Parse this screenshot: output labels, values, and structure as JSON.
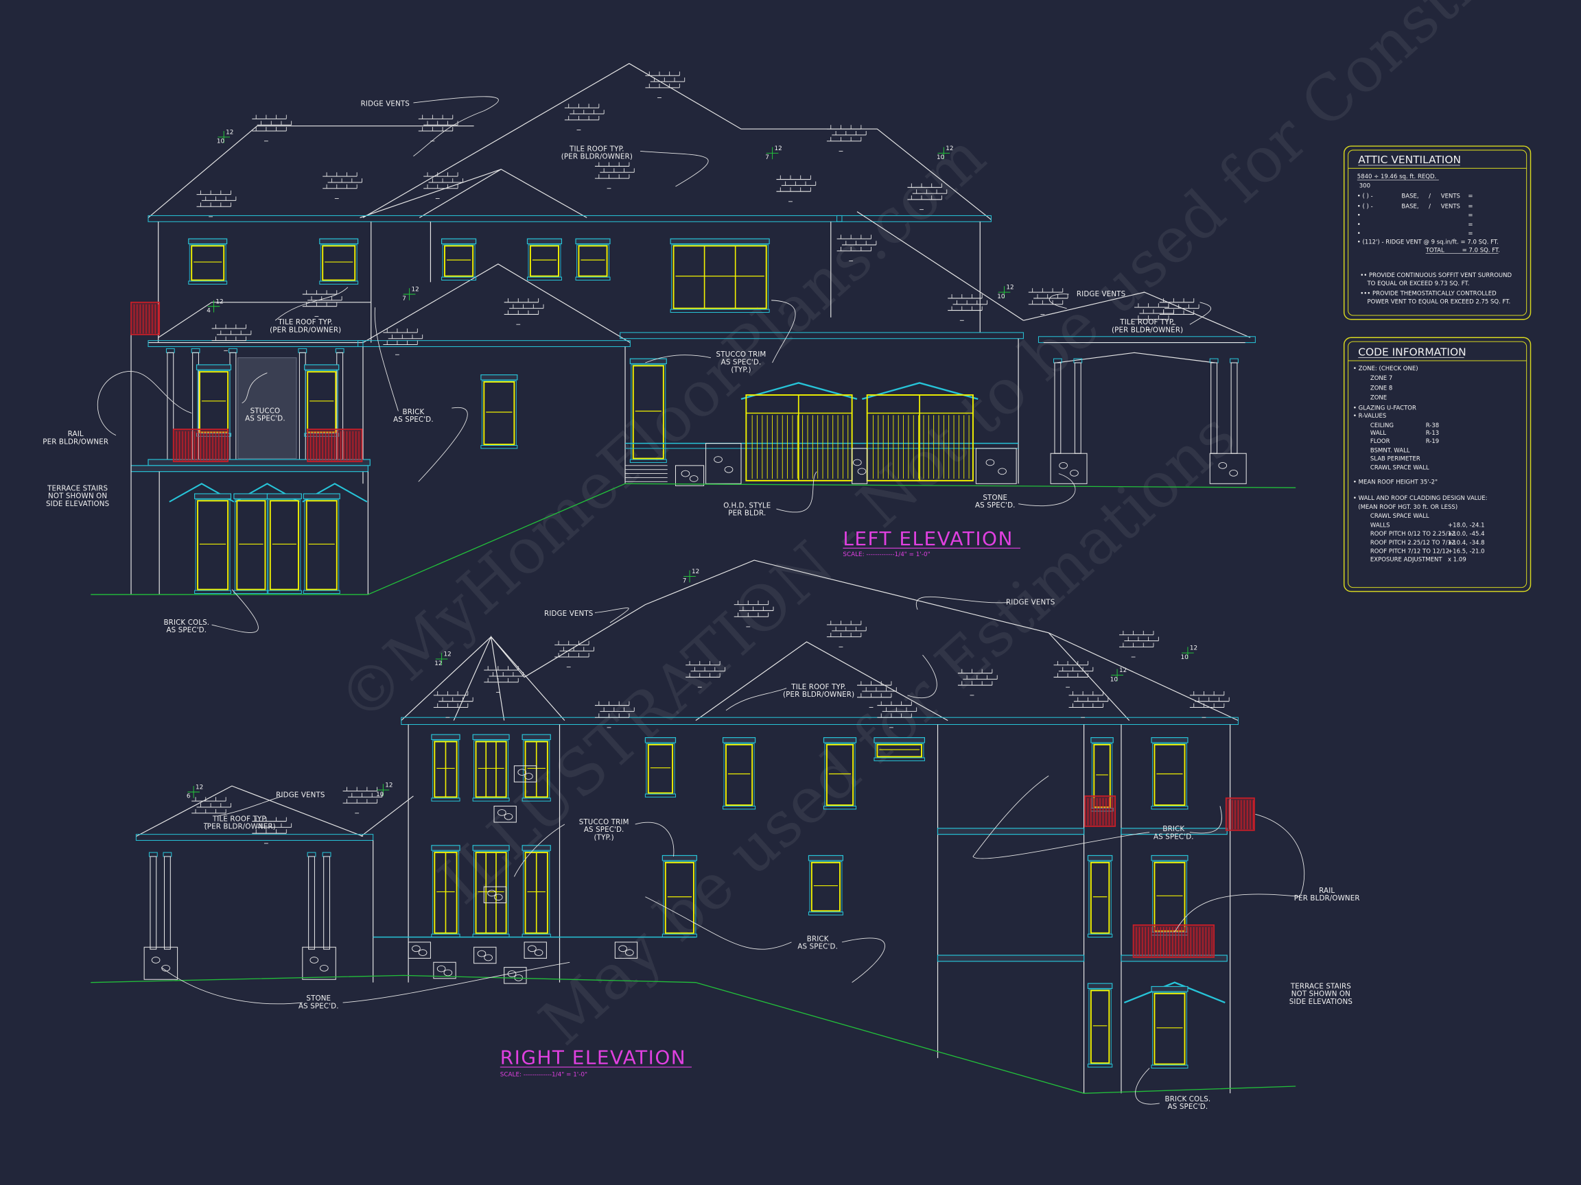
{
  "colors": {
    "background": "#22263a",
    "wall_lines": "#e8e8e8",
    "trim": "#27c4d8",
    "windows": "#f2f200",
    "rails": "#c81e28",
    "grade_line": "#22c03a",
    "titles": "#e040e0",
    "panel_frame": "#d8d820"
  },
  "left_elevation": {
    "title": "LEFT ELEVATION",
    "scale": "SCALE: -------------1/4\" = 1'-0\"",
    "notes": [
      {
        "id": "ridge1",
        "lines": [
          "RIDGE VENTS"
        ]
      },
      {
        "id": "tile1",
        "lines": [
          "TILE ROOF TYP.",
          "(PER BLDR/OWNER)"
        ]
      },
      {
        "id": "tile2",
        "lines": [
          "TILE ROOF TYP.",
          "(PER BLDR/OWNER)"
        ]
      },
      {
        "id": "stucco",
        "lines": [
          "STUCCO",
          "AS SPEC'D."
        ]
      },
      {
        "id": "brick",
        "lines": [
          "BRICK",
          "AS SPEC'D."
        ]
      },
      {
        "id": "trim",
        "lines": [
          "STUCCO TRIM",
          "AS SPEC'D.",
          "(TYP.)"
        ]
      },
      {
        "id": "ridge2",
        "lines": [
          "RIDGE VENTS"
        ]
      },
      {
        "id": "tile3",
        "lines": [
          "TILE ROOF TYP.",
          "(PER BLDR/OWNER)"
        ]
      },
      {
        "id": "rail",
        "lines": [
          "RAIL",
          "PER BLDR/OWNER"
        ]
      },
      {
        "id": "terrace",
        "lines": [
          "TERRACE STAIRS",
          "NOT SHOWN ON",
          "SIDE ELEVATIONS"
        ]
      },
      {
        "id": "ohd",
        "lines": [
          "O.H.D. STYLE",
          "PER BLDR."
        ]
      },
      {
        "id": "stone",
        "lines": [
          "STONE",
          "AS SPEC'D."
        ]
      },
      {
        "id": "cols",
        "lines": [
          "BRICK COLS.",
          "AS SPEC'D."
        ]
      }
    ],
    "pitch_marks": [
      {
        "rise": "12",
        "run": "10"
      },
      {
        "rise": "12",
        "run": "7"
      },
      {
        "rise": "12",
        "run": "10"
      },
      {
        "rise": "12",
        "run": "4"
      },
      {
        "rise": "12",
        "run": "7"
      },
      {
        "rise": "12",
        "run": "10"
      }
    ]
  },
  "right_elevation": {
    "title": "RIGHT ELEVATION",
    "scale": "SCALE: -------------1/4\" = 1'-0\"",
    "notes": [
      {
        "id": "ridge1",
        "lines": [
          "RIDGE VENTS"
        ]
      },
      {
        "id": "ridge2",
        "lines": [
          "RIDGE VENTS"
        ]
      },
      {
        "id": "tile1",
        "lines": [
          "TILE ROOF TYP.",
          "(PER BLDR/OWNER)"
        ]
      },
      {
        "id": "ridge3",
        "lines": [
          "RIDGE VENTS"
        ]
      },
      {
        "id": "tile2",
        "lines": [
          "TILE ROOF TYP.",
          "(PER BLDR/OWNER)"
        ]
      },
      {
        "id": "trim",
        "lines": [
          "STUCCO TRIM",
          "AS SPEC'D.",
          "(TYP.)"
        ]
      },
      {
        "id": "brick1",
        "lines": [
          "BRICK",
          "AS SPEC'D."
        ]
      },
      {
        "id": "rail",
        "lines": [
          "RAIL",
          "PER BLDR/OWNER"
        ]
      },
      {
        "id": "brick2",
        "lines": [
          "BRICK",
          "AS SPEC'D."
        ]
      },
      {
        "id": "stone",
        "lines": [
          "STONE",
          "AS SPEC'D."
        ]
      },
      {
        "id": "terrace",
        "lines": [
          "TERRACE STAIRS",
          "NOT SHOWN ON",
          "SIDE ELEVATIONS"
        ]
      },
      {
        "id": "cols",
        "lines": [
          "BRICK COLS.",
          "AS SPEC'D."
        ]
      }
    ],
    "pitch_marks": [
      {
        "rise": "12",
        "run": "7"
      },
      {
        "rise": "12",
        "run": "12"
      },
      {
        "rise": "12",
        "run": "10"
      },
      {
        "rise": "12",
        "run": "10"
      },
      {
        "rise": "12",
        "run": "6"
      },
      {
        "rise": "12",
        "run": "10"
      }
    ]
  },
  "attic_ventilation": {
    "title": "ATTIC VENTILATION",
    "required": "5840 ÷ 19.46 sq. ft. REQD.",
    "divisor": "300",
    "rows": [
      {
        "lead": "• (    ) -",
        "base": "BASE,",
        "slash": "/",
        "vents": "VENTS",
        "eq": "="
      },
      {
        "lead": "• (    ) -",
        "base": "BASE,",
        "slash": "/",
        "vents": "VENTS",
        "eq": "="
      },
      {
        "lead": "•",
        "eq": "="
      },
      {
        "lead": "•",
        "eq": "="
      },
      {
        "lead": "•",
        "eq": "="
      }
    ],
    "ridge_vent": "• (112') - RIDGE VENT @ 9 sq.in/ft.  = 7.0 SQ. FT.",
    "total_label": "TOTAL",
    "total_value": "= 7.0 SQ. FT.",
    "notes": [
      "•• PROVIDE CONTINUOUS SOFFIT VENT SURROUND",
      "TO EQUAL OR EXCEED  9.73 SQ. FT.",
      "••• PROVIDE THEMOSTATICALLY CONTROLLED",
      "POWER VENT TO EQUAL OR EXCEED  2.75 SQ. FT."
    ]
  },
  "code_information": {
    "title": "CODE INFORMATION",
    "lines": [
      {
        "text": "• ZONE: (CHECK ONE)",
        "level": 0
      },
      {
        "text": "ZONE 7",
        "level": 1
      },
      {
        "text": "ZONE 8",
        "level": 1
      },
      {
        "text": "ZONE",
        "level": 1
      },
      {
        "text": "• GLAZING U-FACTOR",
        "level": 0
      },
      {
        "text": "• R-VALUES",
        "level": 0
      },
      {
        "text": "CEILING",
        "level": 1,
        "value": "R-38"
      },
      {
        "text": "WALL",
        "level": 1,
        "value": "R-13"
      },
      {
        "text": "FLOOR",
        "level": 1,
        "value": "R-19"
      },
      {
        "text": "BSMNT. WALL",
        "level": 1
      },
      {
        "text": "SLAB PERIMETER",
        "level": 1
      },
      {
        "text": "CRAWL SPACE WALL",
        "level": 1
      },
      {
        "text": "• MEAN ROOF HEIGHT  35'-2\"",
        "level": 0
      },
      {
        "text": "• WALL AND ROOF CLADDING DESIGN VALUE:",
        "level": 0
      },
      {
        "text": "(MEAN ROOF HGT. 30 ft. OR LESS)",
        "level": 0.5
      },
      {
        "text": "CRAWL SPACE WALL",
        "level": 1
      },
      {
        "text": "WALLS",
        "level": 1,
        "value2": "+18.0, -24.1"
      },
      {
        "text": "ROOF PITCH 0/12 TO 2.25/12",
        "level": 1,
        "value2": "+10.0, -45.4"
      },
      {
        "text": "ROOF PITCH 2.25/12 TO 7/12",
        "level": 1,
        "value2": "+10.4, -34.8"
      },
      {
        "text": "ROOF PITCH 7/12 TO 12/12",
        "level": 1,
        "value2": "+16.5, -21.0"
      },
      {
        "text": "EXPOSURE ADJUSTMENT",
        "level": 1,
        "value2": "x 1.09"
      }
    ]
  },
  "watermark": [
    "©MyHomeFloorPlans.com",
    "ILLUSTRATION - Not to be used for Construction",
    "May be used for Estimations"
  ]
}
